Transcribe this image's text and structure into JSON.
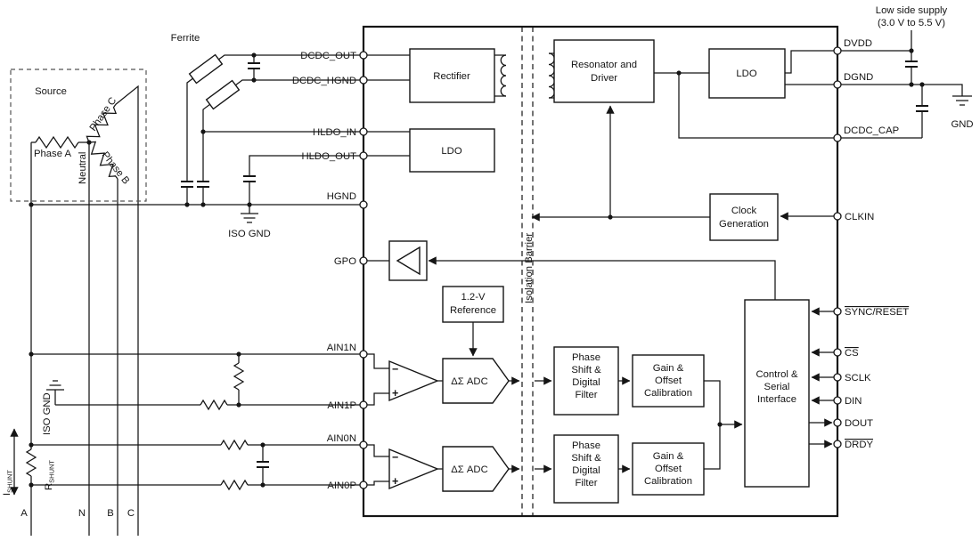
{
  "supply": {
    "line1": "Low side supply",
    "line2": "(3.0 V to 5.5 V)"
  },
  "external": {
    "ferrite_label": "Ferrite",
    "source_label": "Source",
    "phase_a": "Phase A",
    "phase_b": "Phase B",
    "phase_c": "Phase C",
    "neutral": "Neutral",
    "iso_gnd_left": "ISO GND",
    "iso_gnd_mid": "ISO GND",
    "gnd_label": "GND",
    "i_shunt_main": "I",
    "i_shunt_sub": "SHUNT",
    "r_shunt_main": "R",
    "r_shunt_sub": "SHUNT",
    "bus": [
      "A",
      "N",
      "B",
      "C"
    ]
  },
  "pins_left": [
    {
      "name": "DCDC_OUT"
    },
    {
      "name": "DCDC_HGND"
    },
    {
      "name": "HLDO_IN"
    },
    {
      "name": "HLDO_OUT"
    },
    {
      "name": "HGND"
    },
    {
      "name": "GPO"
    },
    {
      "name": "AIN1N"
    },
    {
      "name": "AIN1P"
    },
    {
      "name": "AIN0N"
    },
    {
      "name": "AIN0P"
    }
  ],
  "pins_right": [
    {
      "name": "DVDD",
      "overline": false
    },
    {
      "name": "DGND",
      "overline": false
    },
    {
      "name": "DCDC_CAP",
      "overline": false
    },
    {
      "name": "CLKIN",
      "overline": false
    },
    {
      "name": "SYNC/RESET",
      "overline": true
    },
    {
      "name": "CS",
      "overline": true
    },
    {
      "name": "SCLK",
      "overline": false
    },
    {
      "name": "DIN",
      "overline": false
    },
    {
      "name": "DOUT",
      "overline": false
    },
    {
      "name": "DRDY",
      "overline": true
    }
  ],
  "blocks": {
    "rectifier": "Rectifier",
    "hldo": "LDO",
    "ldo": "LDO",
    "resonator": [
      "Resonator and",
      "Driver"
    ],
    "clock": [
      "Clock",
      "Generation"
    ],
    "reference": [
      "1.2-V",
      "Reference"
    ],
    "isolation": "Isolation Barrier",
    "adc1": "ΔΣ ADC",
    "adc0": "ΔΣ ADC",
    "phase_filter": [
      "Phase",
      "Shift &",
      "Digital",
      "Filter"
    ],
    "gain_cal": [
      "Gain &",
      "Offset",
      "Calibration"
    ],
    "control": [
      "Control &",
      "Serial",
      "Interface"
    ]
  },
  "opamp": {
    "minus": "−",
    "plus": "+"
  }
}
